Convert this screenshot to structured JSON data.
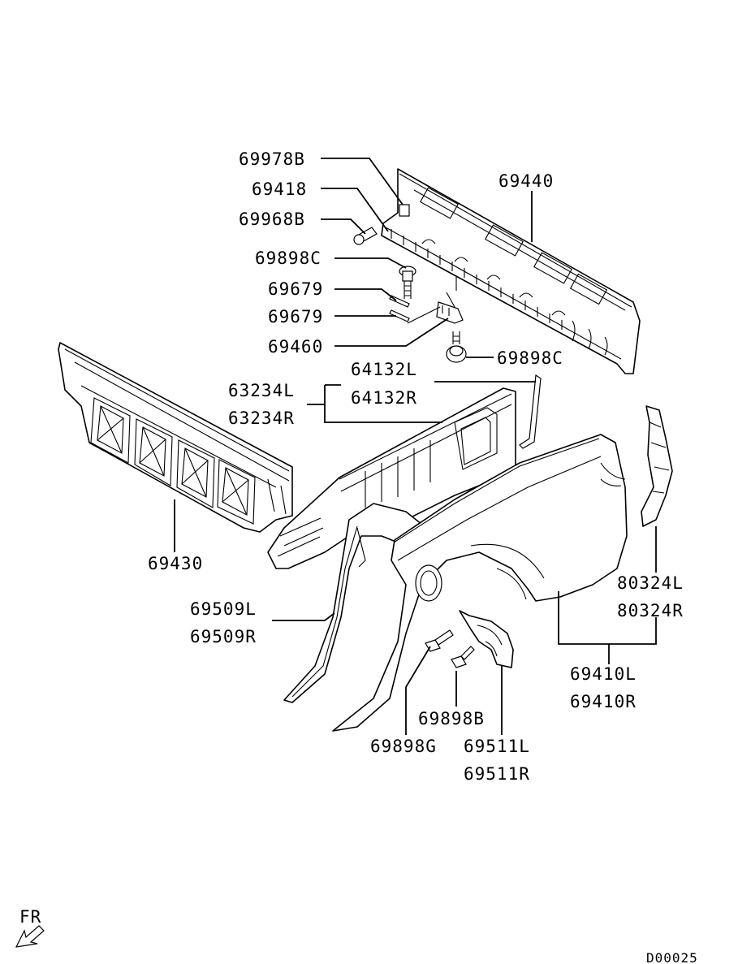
{
  "labels": {
    "p69978B": "69978B",
    "p69418": "69418",
    "p69968B": "69968B",
    "p69898C_a": "69898C",
    "p69679_a": "69679",
    "p69679_b": "69679",
    "p69460": "69460",
    "p69898C_b": "69898C",
    "p69440": "69440",
    "p64132L": "64132L",
    "p64132R": "64132R",
    "p63234L": "63234L",
    "p63234R": "63234R",
    "p69430": "69430",
    "p80324L": "80324L",
    "p80324R": "80324R",
    "p69509L": "69509L",
    "p69509R": "69509R",
    "p69410L": "69410L",
    "p69410R": "69410R",
    "p69898B": "69898B",
    "p69898G": "69898G",
    "p69511L": "69511L",
    "p69511R": "69511R"
  },
  "front_indicator": "FR",
  "diagram_code": "D00025"
}
